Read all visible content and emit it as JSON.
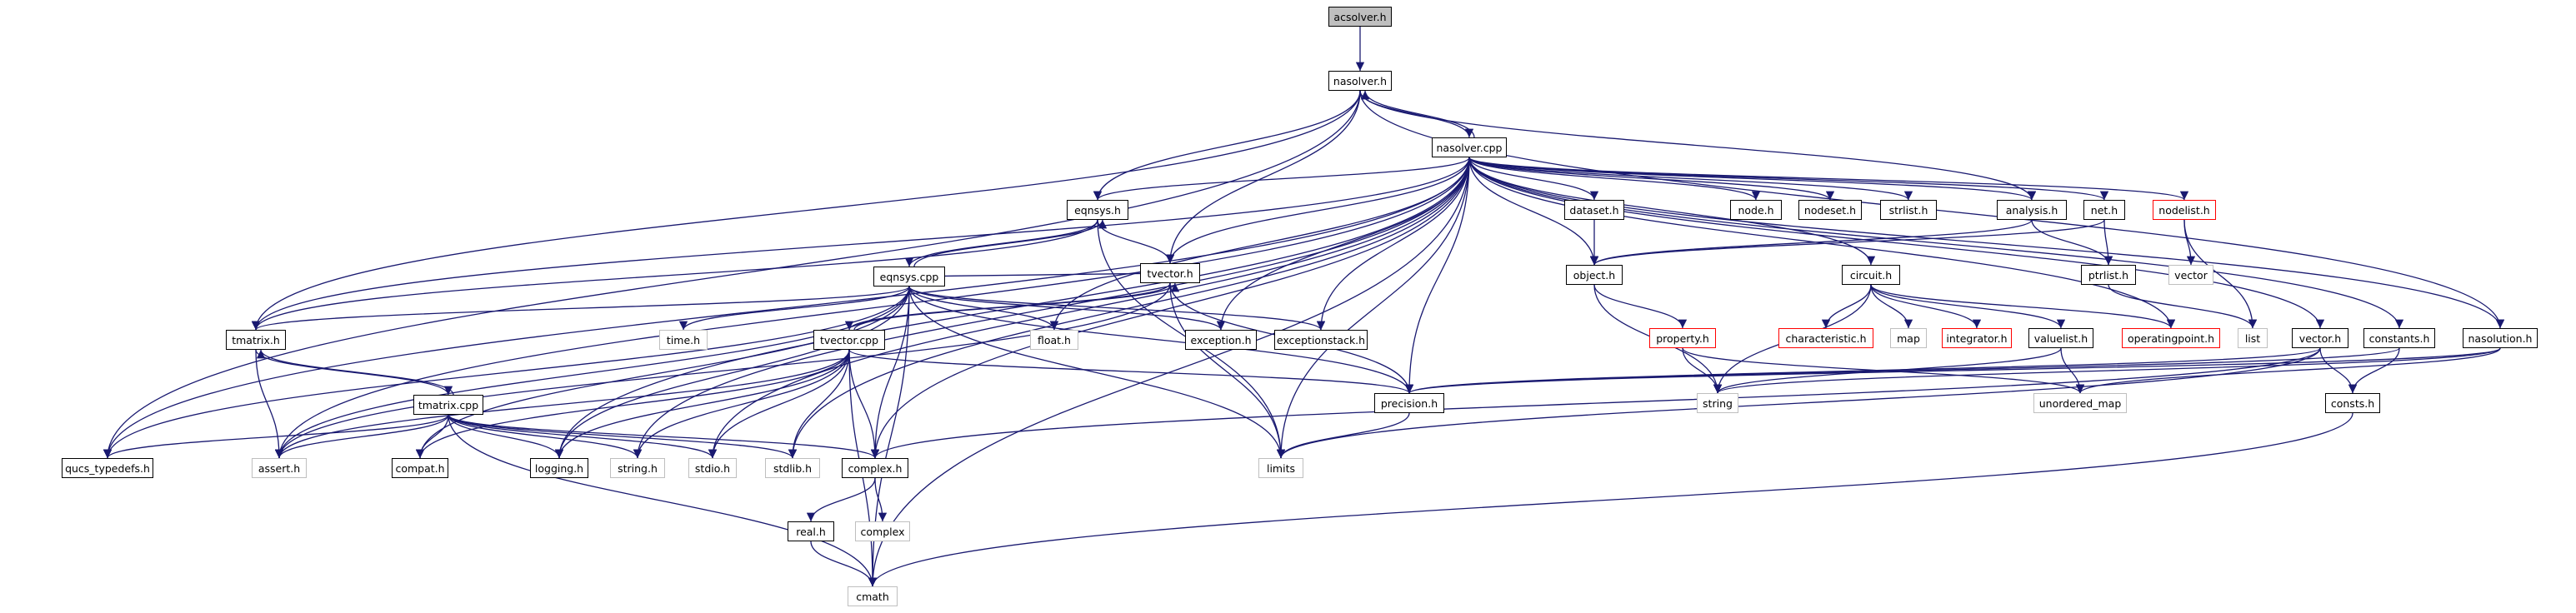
{
  "graph": {
    "colors": {
      "edge": "#191970",
      "root_fill": "#bfbfbf",
      "missing_border": "#ff0000",
      "system_border": "#bfbfbf"
    },
    "nodes": [
      {
        "id": "acsolver_h",
        "label": "acsolver.h",
        "kind": "root"
      },
      {
        "id": "nasolver_h",
        "label": "nasolver.h",
        "kind": "normal"
      },
      {
        "id": "nasolver_cpp",
        "label": "nasolver.cpp",
        "kind": "normal"
      },
      {
        "id": "eqnsys_h",
        "label": "eqnsys.h",
        "kind": "normal"
      },
      {
        "id": "eqnsys_cpp",
        "label": "eqnsys.cpp",
        "kind": "normal"
      },
      {
        "id": "tvector_h",
        "label": "tvector.h",
        "kind": "normal"
      },
      {
        "id": "tvector_cpp",
        "label": "tvector.cpp",
        "kind": "normal"
      },
      {
        "id": "tmatrix_h",
        "label": "tmatrix.h",
        "kind": "normal"
      },
      {
        "id": "tmatrix_cpp",
        "label": "tmatrix.cpp",
        "kind": "normal"
      },
      {
        "id": "qucs_typedefs_h",
        "label": "qucs_typedefs.h",
        "kind": "normal"
      },
      {
        "id": "assert_h",
        "label": "assert.h",
        "kind": "system"
      },
      {
        "id": "compat_h",
        "label": "compat.h",
        "kind": "normal"
      },
      {
        "id": "logging_h",
        "label": "logging.h",
        "kind": "normal"
      },
      {
        "id": "string_h",
        "label": "string.h",
        "kind": "system"
      },
      {
        "id": "stdio_h",
        "label": "stdio.h",
        "kind": "system"
      },
      {
        "id": "stdlib_h",
        "label": "stdlib.h",
        "kind": "system"
      },
      {
        "id": "complex_h",
        "label": "complex.h",
        "kind": "normal"
      },
      {
        "id": "real_h",
        "label": "real.h",
        "kind": "normal"
      },
      {
        "id": "complex",
        "label": "complex",
        "kind": "system"
      },
      {
        "id": "cmath",
        "label": "cmath",
        "kind": "system"
      },
      {
        "id": "limits",
        "label": "limits",
        "kind": "system"
      },
      {
        "id": "precision_h",
        "label": "precision.h",
        "kind": "normal"
      },
      {
        "id": "time_h",
        "label": "time.h",
        "kind": "system"
      },
      {
        "id": "float_h",
        "label": "float.h",
        "kind": "system"
      },
      {
        "id": "exception_h",
        "label": "exception.h",
        "kind": "normal"
      },
      {
        "id": "exceptionstack_h",
        "label": "exceptionstack.h",
        "kind": "normal"
      },
      {
        "id": "dataset_h",
        "label": "dataset.h",
        "kind": "normal"
      },
      {
        "id": "object_h",
        "label": "object.h",
        "kind": "normal"
      },
      {
        "id": "property_h",
        "label": "property.h",
        "kind": "missing"
      },
      {
        "id": "string",
        "label": "string",
        "kind": "system"
      },
      {
        "id": "node_h",
        "label": "node.h",
        "kind": "normal"
      },
      {
        "id": "nodeset_h",
        "label": "nodeset.h",
        "kind": "normal"
      },
      {
        "id": "strlist_h",
        "label": "strlist.h",
        "kind": "normal"
      },
      {
        "id": "circuit_h",
        "label": "circuit.h",
        "kind": "normal"
      },
      {
        "id": "characteristic_h",
        "label": "characteristic.h",
        "kind": "missing"
      },
      {
        "id": "map",
        "label": "map",
        "kind": "system"
      },
      {
        "id": "integrator_h",
        "label": "integrator.h",
        "kind": "missing"
      },
      {
        "id": "valuelist_h",
        "label": "valuelist.h",
        "kind": "normal"
      },
      {
        "id": "unordered_map",
        "label": "unordered_map",
        "kind": "system"
      },
      {
        "id": "operatingpoint_h",
        "label": "operatingpoint.h",
        "kind": "missing"
      },
      {
        "id": "analysis_h",
        "label": "analysis.h",
        "kind": "normal"
      },
      {
        "id": "net_h",
        "label": "net.h",
        "kind": "normal"
      },
      {
        "id": "ptrlist_h",
        "label": "ptrlist.h",
        "kind": "normal"
      },
      {
        "id": "list",
        "label": "list",
        "kind": "system"
      },
      {
        "id": "nodelist_h",
        "label": "nodelist.h",
        "kind": "missing"
      },
      {
        "id": "vector",
        "label": "vector",
        "kind": "system"
      },
      {
        "id": "vector_h",
        "label": "vector.h",
        "kind": "normal"
      },
      {
        "id": "consts_h",
        "label": "consts.h",
        "kind": "normal"
      },
      {
        "id": "constants_h",
        "label": "constants.h",
        "kind": "normal"
      },
      {
        "id": "nasolution_h",
        "label": "nasolution.h",
        "kind": "normal"
      }
    ],
    "edges": [
      [
        "acsolver_h",
        "nasolver_h"
      ],
      [
        "nasolver_h",
        "nasolver_cpp"
      ],
      [
        "nasolver_cpp",
        "nasolver_h"
      ],
      [
        "nasolver_h",
        "eqnsys_h"
      ],
      [
        "nasolver_h",
        "tvector_h"
      ],
      [
        "nasolver_h",
        "tmatrix_h"
      ],
      [
        "nasolver_h",
        "qucs_typedefs_h"
      ],
      [
        "nasolver_h",
        "analysis_h"
      ],
      [
        "nasolver_h",
        "nasolution_h"
      ],
      [
        "nasolver_cpp",
        "eqnsys_h"
      ],
      [
        "nasolver_cpp",
        "tvector_h"
      ],
      [
        "nasolver_cpp",
        "tmatrix_h"
      ],
      [
        "nasolver_cpp",
        "qucs_typedefs_h"
      ],
      [
        "nasolver_cpp",
        "assert_h"
      ],
      [
        "nasolver_cpp",
        "logging_h"
      ],
      [
        "nasolver_cpp",
        "string_h"
      ],
      [
        "nasolver_cpp",
        "stdio_h"
      ],
      [
        "nasolver_cpp",
        "stdlib_h"
      ],
      [
        "nasolver_cpp",
        "complex_h"
      ],
      [
        "nasolver_cpp",
        "cmath"
      ],
      [
        "nasolver_cpp",
        "limits"
      ],
      [
        "nasolver_cpp",
        "precision_h"
      ],
      [
        "nasolver_cpp",
        "float_h"
      ],
      [
        "nasolver_cpp",
        "exception_h"
      ],
      [
        "nasolver_cpp",
        "exceptionstack_h"
      ],
      [
        "nasolver_cpp",
        "dataset_h"
      ],
      [
        "nasolver_cpp",
        "object_h"
      ],
      [
        "nasolver_cpp",
        "node_h"
      ],
      [
        "nasolver_cpp",
        "nodeset_h"
      ],
      [
        "nasolver_cpp",
        "strlist_h"
      ],
      [
        "nasolver_cpp",
        "circuit_h"
      ],
      [
        "nasolver_cpp",
        "analysis_h"
      ],
      [
        "nasolver_cpp",
        "net_h"
      ],
      [
        "nasolver_cpp",
        "nodelist_h"
      ],
      [
        "nasolver_cpp",
        "operatingpoint_h"
      ],
      [
        "nasolver_cpp",
        "vector_h"
      ],
      [
        "nasolver_cpp",
        "constants_h"
      ],
      [
        "nasolver_cpp",
        "nasolution_h"
      ],
      [
        "eqnsys_h",
        "eqnsys_cpp"
      ],
      [
        "eqnsys_cpp",
        "eqnsys_h"
      ],
      [
        "eqnsys_h",
        "tvector_h"
      ],
      [
        "eqnsys_h",
        "tmatrix_h"
      ],
      [
        "eqnsys_h",
        "limits"
      ],
      [
        "eqnsys_cpp",
        "tvector_h"
      ],
      [
        "eqnsys_cpp",
        "tmatrix_h"
      ],
      [
        "eqnsys_cpp",
        "qucs_typedefs_h"
      ],
      [
        "eqnsys_cpp",
        "assert_h"
      ],
      [
        "eqnsys_cpp",
        "cmath"
      ],
      [
        "eqnsys_cpp",
        "compat_h"
      ],
      [
        "eqnsys_cpp",
        "logging_h"
      ],
      [
        "eqnsys_cpp",
        "time_h"
      ],
      [
        "eqnsys_cpp",
        "float_h"
      ],
      [
        "eqnsys_cpp",
        "complex_h"
      ],
      [
        "eqnsys_cpp",
        "precision_h"
      ],
      [
        "eqnsys_cpp",
        "exception_h"
      ],
      [
        "eqnsys_cpp",
        "exceptionstack_h"
      ],
      [
        "eqnsys_cpp",
        "limits"
      ],
      [
        "tvector_h",
        "tvector_cpp"
      ],
      [
        "tvector_cpp",
        "tvector_h"
      ],
      [
        "tvector_h",
        "assert_h"
      ],
      [
        "tvector_h",
        "limits"
      ],
      [
        "tvector_h",
        "precision_h"
      ],
      [
        "tvector_cpp",
        "assert_h"
      ],
      [
        "tvector_cpp",
        "compat_h"
      ],
      [
        "tvector_cpp",
        "logging_h"
      ],
      [
        "tvector_cpp",
        "string_h"
      ],
      [
        "tvector_cpp",
        "stdio_h"
      ],
      [
        "tvector_cpp",
        "stdlib_h"
      ],
      [
        "tvector_cpp",
        "complex_h"
      ],
      [
        "tvector_cpp",
        "cmath"
      ],
      [
        "tvector_cpp",
        "precision_h"
      ],
      [
        "tmatrix_h",
        "tmatrix_cpp"
      ],
      [
        "tmatrix_cpp",
        "tmatrix_h"
      ],
      [
        "tmatrix_h",
        "assert_h"
      ],
      [
        "tmatrix_cpp",
        "qucs_typedefs_h"
      ],
      [
        "tmatrix_cpp",
        "assert_h"
      ],
      [
        "tmatrix_cpp",
        "compat_h"
      ],
      [
        "tmatrix_cpp",
        "logging_h"
      ],
      [
        "tmatrix_cpp",
        "string_h"
      ],
      [
        "tmatrix_cpp",
        "stdio_h"
      ],
      [
        "tmatrix_cpp",
        "stdlib_h"
      ],
      [
        "tmatrix_cpp",
        "complex_h"
      ],
      [
        "tmatrix_cpp",
        "cmath"
      ],
      [
        "complex_h",
        "real_h"
      ],
      [
        "complex_h",
        "complex"
      ],
      [
        "real_h",
        "cmath"
      ],
      [
        "precision_h",
        "limits"
      ],
      [
        "dataset_h",
        "object_h"
      ],
      [
        "object_h",
        "property_h"
      ],
      [
        "object_h",
        "string"
      ],
      [
        "property_h",
        "string"
      ],
      [
        "property_h",
        "unordered_map"
      ],
      [
        "circuit_h",
        "characteristic_h"
      ],
      [
        "circuit_h",
        "map"
      ],
      [
        "circuit_h",
        "integrator_h"
      ],
      [
        "circuit_h",
        "valuelist_h"
      ],
      [
        "circuit_h",
        "operatingpoint_h"
      ],
      [
        "circuit_h",
        "string"
      ],
      [
        "valuelist_h",
        "string"
      ],
      [
        "valuelist_h",
        "unordered_map"
      ],
      [
        "analysis_h",
        "object_h"
      ],
      [
        "analysis_h",
        "ptrlist_h"
      ],
      [
        "net_h",
        "object_h"
      ],
      [
        "net_h",
        "ptrlist_h"
      ],
      [
        "ptrlist_h",
        "list"
      ],
      [
        "nodelist_h",
        "vector"
      ],
      [
        "nodelist_h",
        "list"
      ],
      [
        "vector_h",
        "precision_h"
      ],
      [
        "vector_h",
        "consts_h"
      ],
      [
        "vector_h",
        "complex_h"
      ],
      [
        "vector_h",
        "limits"
      ],
      [
        "constants_h",
        "precision_h"
      ],
      [
        "constants_h",
        "consts_h"
      ],
      [
        "consts_h",
        "cmath"
      ],
      [
        "nasolution_h",
        "precision_h"
      ],
      [
        "nasolution_h",
        "string"
      ],
      [
        "nasolution_h",
        "unordered_map"
      ]
    ]
  }
}
